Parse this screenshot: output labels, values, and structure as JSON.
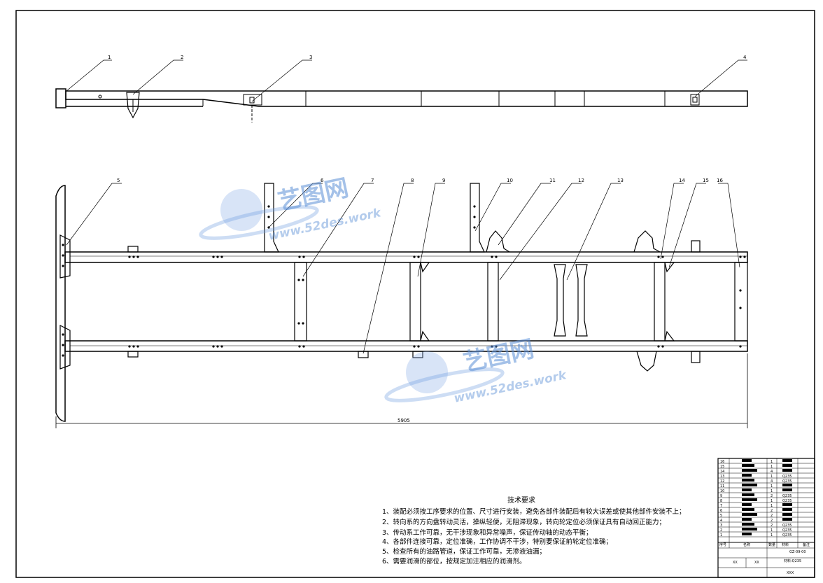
{
  "callouts": [
    "1",
    "2",
    "3",
    "4",
    "5",
    "6",
    "7",
    "8",
    "9",
    "10",
    "11",
    "12",
    "13",
    "14",
    "15",
    "16"
  ],
  "dimension": "5905",
  "tech_requirements": {
    "title": "技术要求",
    "lines": [
      "1、装配必须按工序要求的位置、尺寸进行安装，避免各部件装配后有较大误差或使其他部件安装不上；",
      "2、转向系的方向盘转动灵活，操纵轻便，无阻滞现象，转向轮定位必须保证具有自动回正能力；",
      "3、传动系工作可靠，无干涉现象和异常噪声，保证传动轴的动态平衡；",
      "4、各部件连接可靠，定位准确，工作协调不干涉，特别要保证前轮定位准确；",
      "5、检查所有的油路管道，保证工作可靠，无渗液油漏；",
      "6、需要润滑的部位，按规定加注相应的润滑剂。"
    ]
  },
  "watermark": {
    "brand": "艺图网",
    "url": "www.52des.work"
  },
  "title_block": {
    "bom_numbers": [
      "16",
      "15",
      "14",
      "13",
      "12",
      "11",
      "10",
      "9",
      "8",
      "7",
      "6",
      "5",
      "4",
      "3",
      "2",
      "1"
    ],
    "bom_qty": [
      "1",
      "1",
      "4",
      "1",
      "4",
      "1",
      "1",
      "2",
      "1",
      "1",
      "2",
      "2",
      "2",
      "2",
      "1",
      "1"
    ],
    "bom_material": [
      "",
      "",
      "",
      "Q235",
      "Q235",
      "",
      "",
      "Q235",
      "Q235",
      "",
      "",
      "",
      "",
      "Q235",
      "Q235",
      "Q235"
    ],
    "header": [
      "序号",
      "名称",
      "数量",
      "材料",
      "备注"
    ],
    "drawing_no": "GZ-09-00",
    "material": "材料:Q235",
    "designer": "XX",
    "checker": "XX",
    "company": "XXX"
  }
}
